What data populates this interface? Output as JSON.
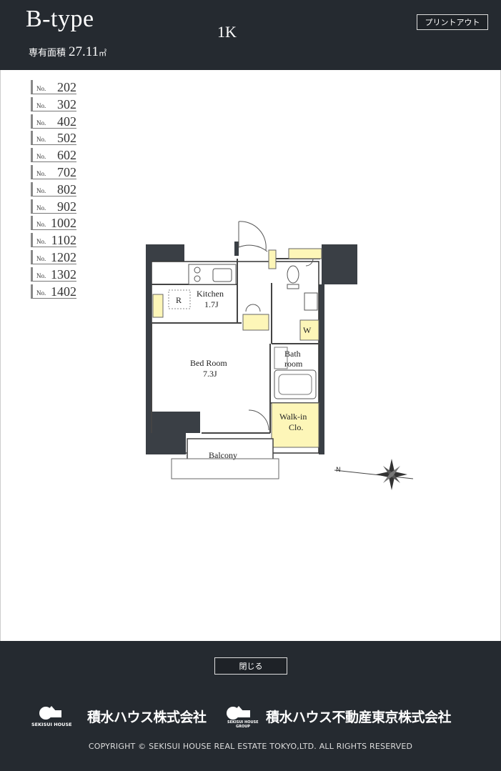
{
  "header": {
    "type_title": "B-type",
    "area_label": "専有面積",
    "area_value": "27.11",
    "area_unit": "㎡",
    "layout": "1K",
    "print_label": "プリントアウト"
  },
  "rooms": {
    "prefix": "No.",
    "items": [
      "202",
      "302",
      "402",
      "502",
      "602",
      "702",
      "802",
      "902",
      "1002",
      "1102",
      "1202",
      "1302",
      "1402"
    ]
  },
  "floorplan": {
    "kitchen": "Kitchen",
    "kitchen_size": "1.7J",
    "fridge": "R",
    "washer": "W",
    "bed_room": "Bed Room",
    "bed_size": "7.3J",
    "bath_1": "Bath",
    "bath_2": "room",
    "walkin_1": "Walk-in",
    "walkin_2": "Clo.",
    "balcony": "Balcony",
    "north": "N"
  },
  "footer": {
    "close_label": "閉じる",
    "company1": "積水ハウス株式会社",
    "company2": "積水ハウス不動産東京株式会社",
    "brand1": "SEKISUI HOUSE",
    "brand2_line1": "SEKISUI HOUSE",
    "brand2_line2": "GROUP",
    "copyright": "COPYRIGHT © SEKISUI HOUSE REAL ESTATE TOKYO,LTD. ALL RIGHTS RESERVED"
  },
  "colors": {
    "header_bg": "#252a30",
    "closet_fill": "#fdf6b8",
    "wall": "#3a3f45"
  }
}
